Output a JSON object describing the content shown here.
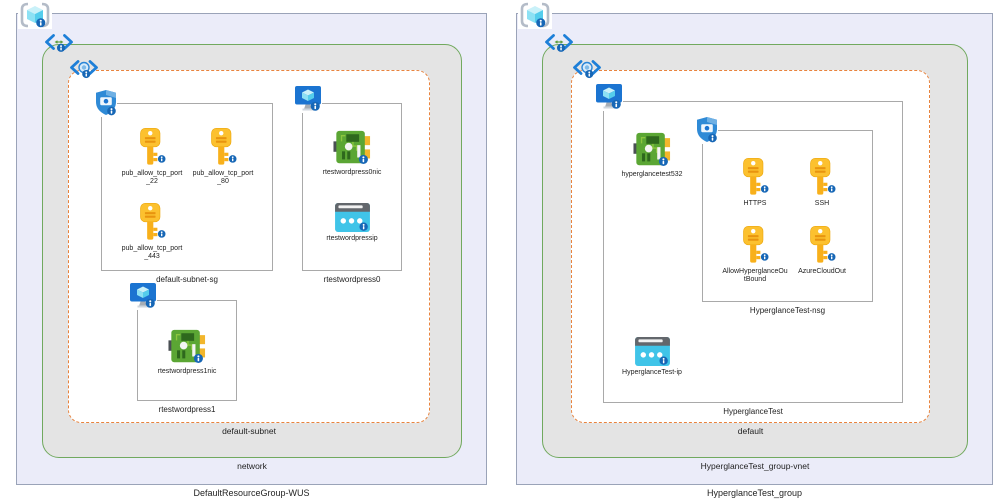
{
  "diagram": {
    "left": {
      "resource_group": "DefaultResourceGroup-WUS",
      "vnet": "network",
      "subnet": "default-subnet",
      "nsg": {
        "name": "default-subnet-sg",
        "rules": [
          {
            "line1": "pub_allow_tcp_port",
            "line2": "_22"
          },
          {
            "line1": "pub_allow_tcp_port",
            "line2": "_80"
          },
          {
            "line1": "pub_allow_tcp_port",
            "line2": "_443"
          }
        ]
      },
      "vm0": {
        "name": "rtestwordpress0",
        "nic": "rtestwordpress0nic",
        "ip": "rtestwordpressip"
      },
      "vm1": {
        "name": "rtestwordpress1",
        "nic": "rtestwordpress1nic"
      }
    },
    "right": {
      "resource_group": "HyperglanceTest_group",
      "vnet": "HyperglanceTest_group-vnet",
      "subnet": "default",
      "vm": {
        "name": "HyperglanceTest",
        "nic": "hyperglancetest532",
        "ip": "HyperglanceTest-ip"
      },
      "nsg": {
        "name": "HyperglanceTest-nsg",
        "rules": [
          {
            "line1": "HTTPS",
            "line2": ""
          },
          {
            "line1": "SSH",
            "line2": ""
          },
          {
            "line1": "AllowHyperglanceOu",
            "line2": "tBound"
          },
          {
            "line1": "AzureCloudOut",
            "line2": ""
          }
        ]
      }
    }
  },
  "icons": {
    "resource_group": "braces-with-cyan-cube",
    "virtual_network": "blue-chevrons-green-links",
    "subnet": "blue-chevrons-globe",
    "network_security_group": "blue-shield",
    "virtual_machine": "blue-monitor-with-cube",
    "network_interface": "green-circuit-board",
    "public_ip": "cyan-browser-window-dots",
    "security_rule": "yellow-key",
    "info_badge": "blue-circle-i"
  },
  "colors": {
    "resource_group_fill": "#ebecf9",
    "resource_group_border": "#9aa3b8",
    "vnet_fill": "#e4e4e4",
    "vnet_border": "#71a95e",
    "subnet_border": "#e8833d",
    "node_border": "#a9a9a9",
    "key_yellow": "#fcc12f",
    "nic_green": "#5ba634",
    "ip_cyan": "#40c4e8",
    "azure_blue": "#1b74d1",
    "info_badge_blue": "#1767b6"
  }
}
